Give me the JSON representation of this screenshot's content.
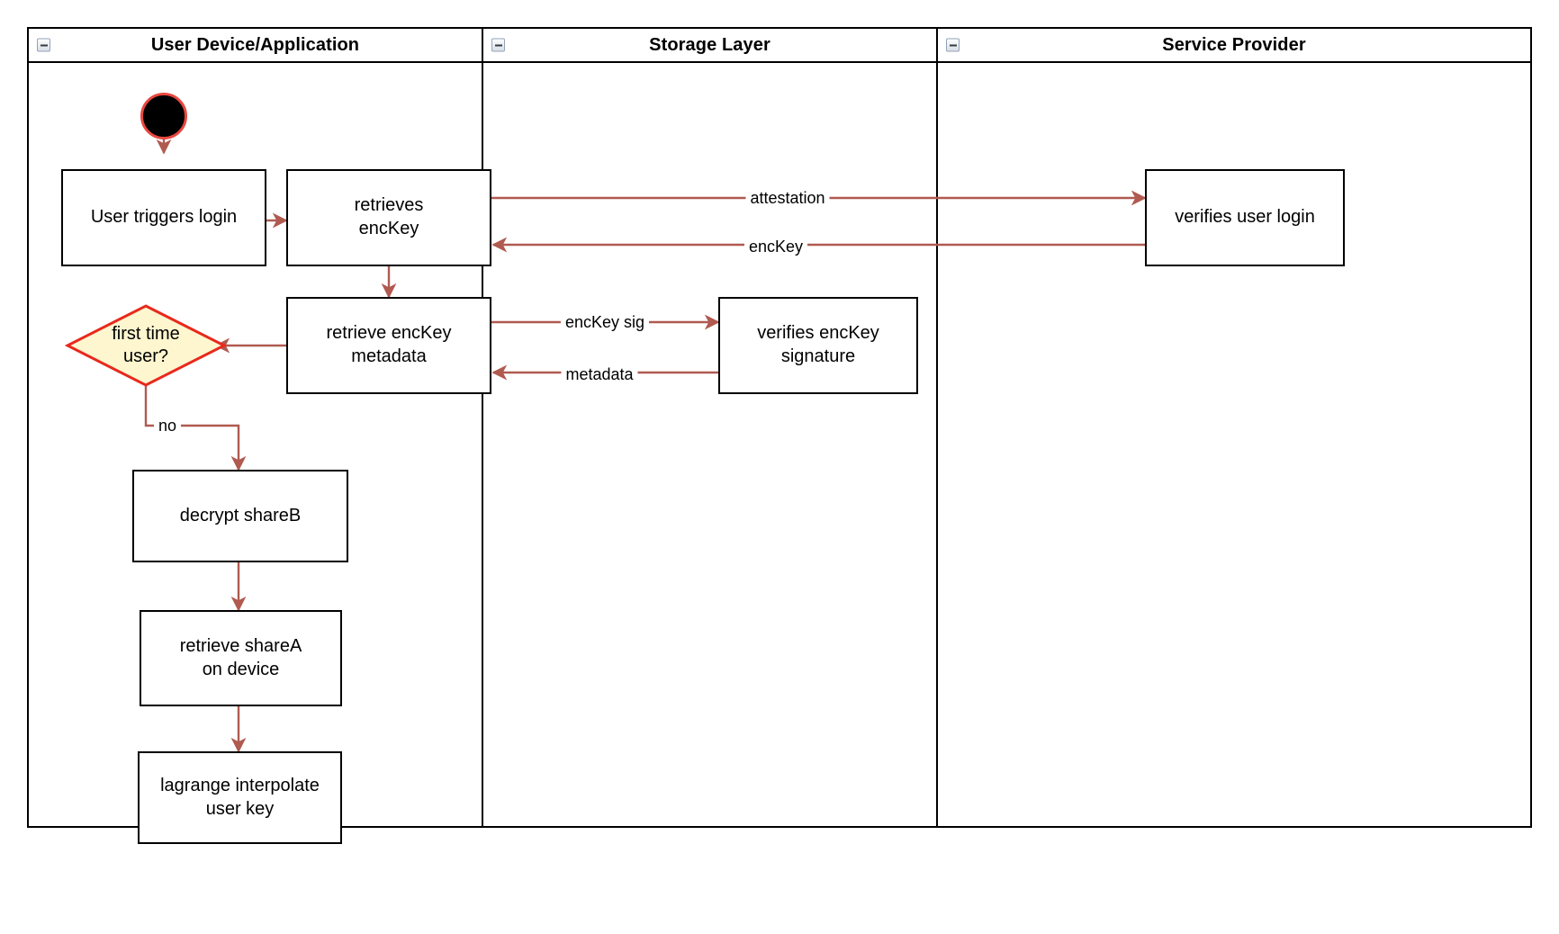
{
  "diagram": {
    "type": "swimlane-activity-diagram",
    "lanes": [
      {
        "id": "user-device",
        "title": "User Device/Application",
        "collapse_icon": "collapse-minus-icon"
      },
      {
        "id": "storage-layer",
        "title": "Storage Layer",
        "collapse_icon": "collapse-minus-icon"
      },
      {
        "id": "service-provider",
        "title": "Service Provider",
        "collapse_icon": "collapse-minus-icon"
      }
    ],
    "nodes": [
      {
        "id": "start",
        "shape": "start-circle",
        "label": ""
      },
      {
        "id": "user-triggers-login",
        "shape": "rect",
        "label": "User triggers login"
      },
      {
        "id": "retrieves-enckey",
        "shape": "rect",
        "label": "retrieves\nencKey",
        "line1": "retrieves",
        "line2": "encKey"
      },
      {
        "id": "verifies-user-login",
        "shape": "rect",
        "label": "verifies user login"
      },
      {
        "id": "retrieve-enckey-metadata",
        "shape": "rect",
        "label": "retrieve encKey\nmetadata",
        "line1": "retrieve encKey",
        "line2": "metadata"
      },
      {
        "id": "verifies-enckey-signature",
        "shape": "rect",
        "label": "verifies encKey\nsignature",
        "line1": "verifies encKey",
        "line2": "signature"
      },
      {
        "id": "first-time-user",
        "shape": "diamond",
        "label": "first time\nuser?",
        "line1": "first time",
        "line2": "user?"
      },
      {
        "id": "decrypt-shareb",
        "shape": "rect",
        "label": "decrypt shareB"
      },
      {
        "id": "retrieve-sharea-on-device",
        "shape": "rect",
        "label": "retrieve shareA\non device",
        "line1": "retrieve shareA",
        "line2": "on device"
      },
      {
        "id": "lagrange-interpolate-user-key",
        "shape": "rect",
        "label": "lagrange interpolate\nuser key",
        "line1": "lagrange interpolate",
        "line2": "user key"
      }
    ],
    "edges": [
      {
        "id": "e-start-login",
        "from": "start",
        "to": "user-triggers-login",
        "label": ""
      },
      {
        "id": "e-login-retrieves",
        "from": "user-triggers-login",
        "to": "retrieves-enckey",
        "label": ""
      },
      {
        "id": "e-attestation",
        "from": "retrieves-enckey",
        "to": "verifies-user-login",
        "label": "attestation"
      },
      {
        "id": "e-enckey-back",
        "from": "verifies-user-login",
        "to": "retrieves-enckey",
        "label": "encKey"
      },
      {
        "id": "e-retrieves-metadata",
        "from": "retrieves-enckey",
        "to": "retrieve-enckey-metadata",
        "label": ""
      },
      {
        "id": "e-enckey-sig",
        "from": "retrieve-enckey-metadata",
        "to": "verifies-enckey-signature",
        "label": "encKey sig"
      },
      {
        "id": "e-metadata",
        "from": "verifies-enckey-signature",
        "to": "retrieve-enckey-metadata",
        "label": "metadata"
      },
      {
        "id": "e-metadata-decision",
        "from": "retrieve-enckey-metadata",
        "to": "first-time-user",
        "label": ""
      },
      {
        "id": "e-no",
        "from": "first-time-user",
        "to": "decrypt-shareb",
        "label": "no"
      },
      {
        "id": "e-decrypt-sharea",
        "from": "decrypt-shareb",
        "to": "retrieve-sharea-on-device",
        "label": ""
      },
      {
        "id": "e-sharea-lagrange",
        "from": "retrieve-sharea-on-device",
        "to": "lagrange-interpolate-user-key",
        "label": ""
      }
    ],
    "colors": {
      "edge": "#b05a50",
      "node_border": "#000000",
      "node_fill": "#ffffff",
      "decision_fill": "#fdf6cf",
      "decision_border": "#e8291d",
      "start_fill": "#000000",
      "start_border": "#e8483f",
      "lane_border": "#000000",
      "text": "#000000"
    }
  }
}
